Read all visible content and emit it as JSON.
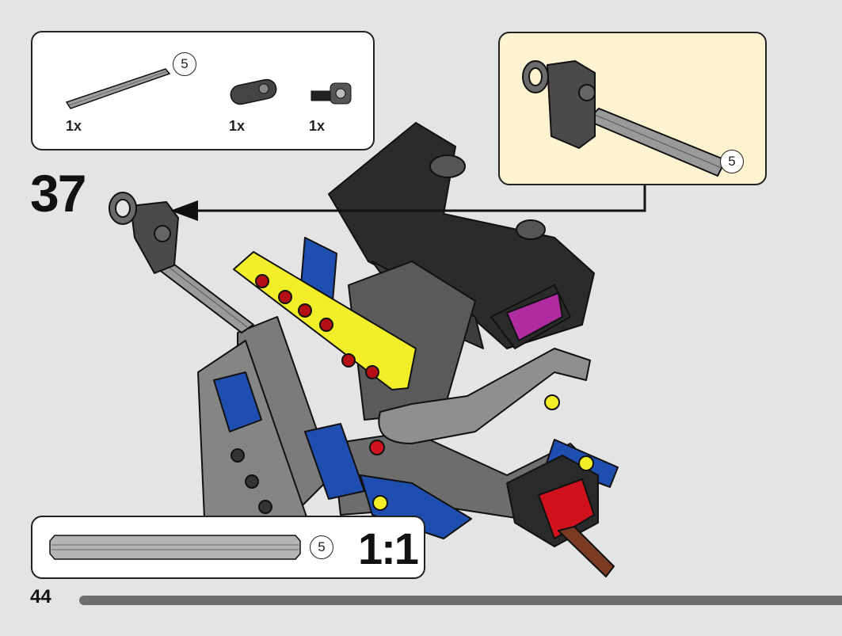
{
  "parts_list": {
    "items": [
      {
        "name": "axle",
        "axle_length": "5",
        "qty": "1x"
      },
      {
        "name": "beam",
        "qty": "1x"
      },
      {
        "name": "connector",
        "qty": "1x"
      }
    ]
  },
  "step": {
    "number": "37"
  },
  "callout": {
    "axle_length": "5"
  },
  "scale_reference": {
    "axle_length": "5",
    "scale": "1:1"
  },
  "page": {
    "number": "44"
  },
  "colors": {
    "background": "#e4e4e4",
    "callout_bg": "#fdf3d0",
    "beam_yellow": "#f2ee2a",
    "blue": "#1e4fb0",
    "red": "#d0121c",
    "dark_gray": "#3a3a3a",
    "light_gray": "#9a9a9a"
  }
}
